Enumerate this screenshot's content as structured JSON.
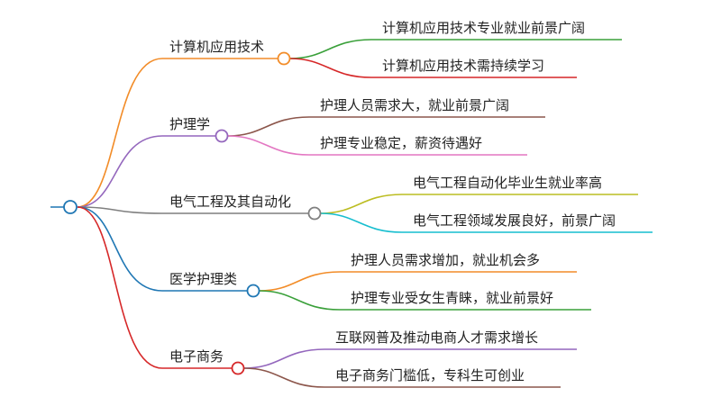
{
  "mindmap": {
    "branches": [
      {
        "label": "计算机应用技术",
        "color": "#f28c28",
        "children": [
          {
            "label": "计算机应用技术专业就业前景广阔",
            "color": "#3aa03a"
          },
          {
            "label": "计算机应用技术需持续学习",
            "color": "#d62728"
          }
        ]
      },
      {
        "label": "护理学",
        "color": "#9467bd",
        "children": [
          {
            "label": "护理人员需求大，就业前景广阔",
            "color": "#8c564b"
          },
          {
            "label": "护理专业稳定，薪资待遇好",
            "color": "#e377c2"
          }
        ]
      },
      {
        "label": "电气工程及其自动化",
        "color": "#7f7f7f",
        "children": [
          {
            "label": "电气工程自动化毕业生就业率高",
            "color": "#bcbd22"
          },
          {
            "label": "电气工程领域发展良好，前景广阔",
            "color": "#17becf"
          }
        ]
      },
      {
        "label": "医学护理类",
        "color": "#1f77b4",
        "children": [
          {
            "label": "护理人员需求增加，就业机会多",
            "color": "#f28c28"
          },
          {
            "label": "护理专业受女生青睐，就业前景好",
            "color": "#3aa03a"
          }
        ]
      },
      {
        "label": "电子商务",
        "color": "#d62728",
        "children": [
          {
            "label": "互联网普及推动电商人才需求增长",
            "color": "#9467bd"
          },
          {
            "label": "电子商务门槛低，专科生可创业",
            "color": "#8c564b"
          }
        ]
      }
    ],
    "root_color": "#1f77b4"
  }
}
